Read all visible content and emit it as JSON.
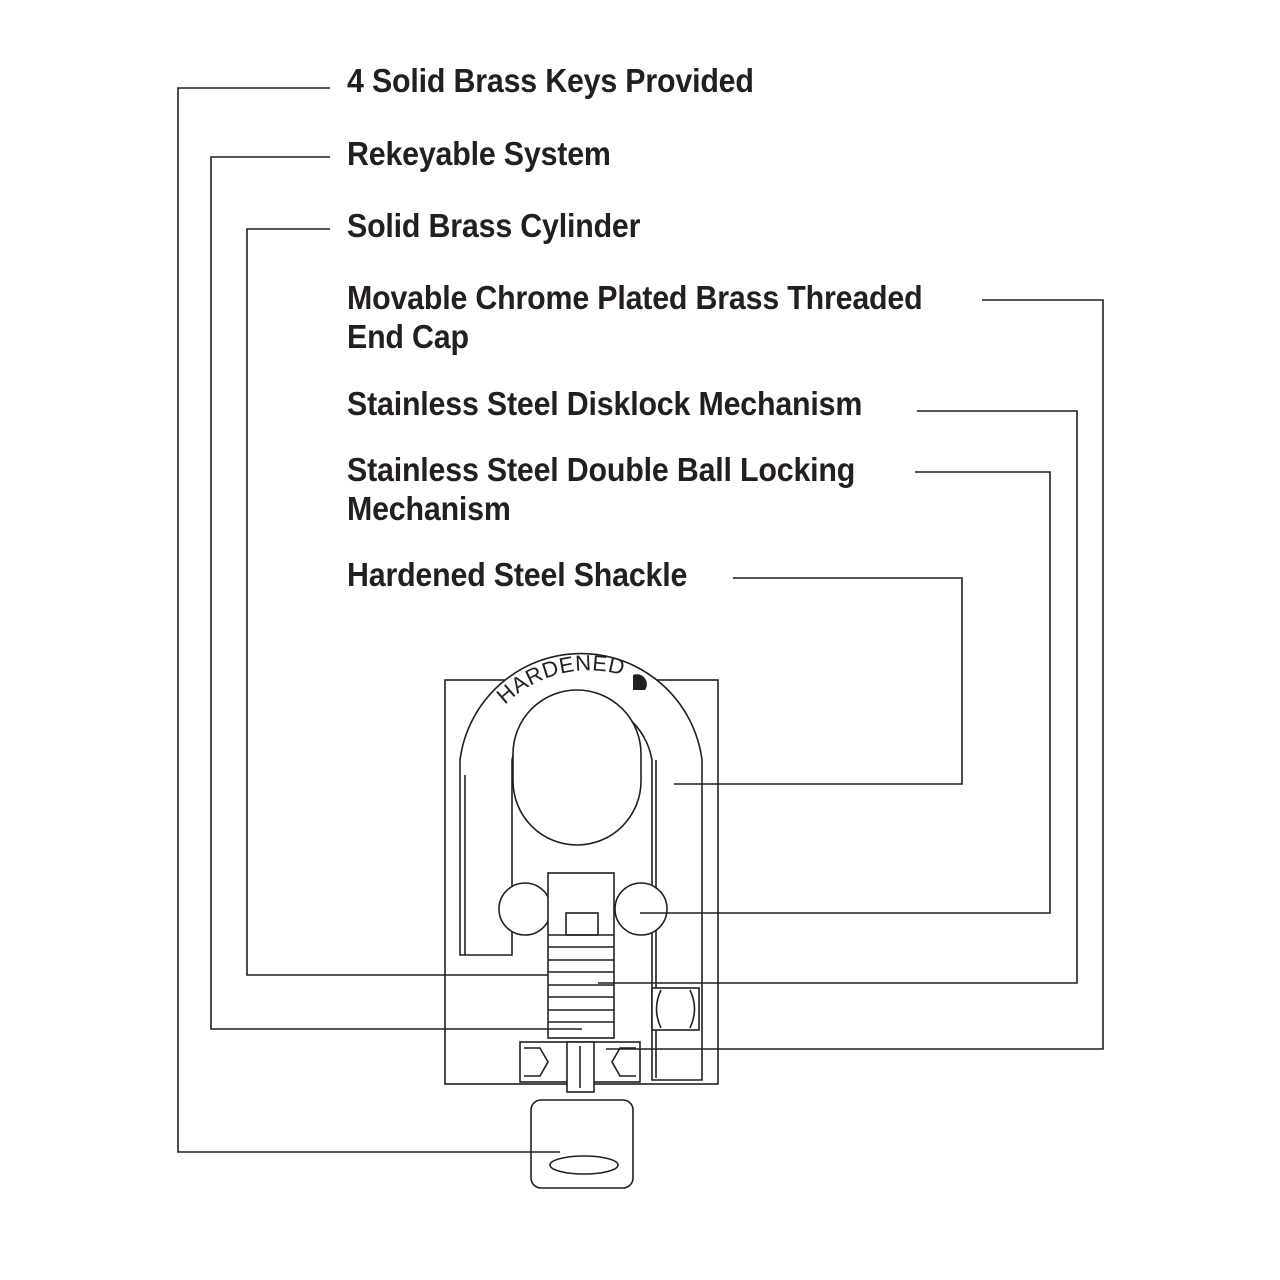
{
  "labels": {
    "keys": "4 Solid Brass Keys Provided",
    "rekey": "Rekeyable System",
    "cylinder": "Solid Brass Cylinder",
    "endcap_line1": "Movable Chrome Plated Brass Threaded",
    "endcap_line2": "End Cap",
    "disklock": "Stainless Steel Disklock Mechanism",
    "ball_line1": "Stainless Steel Double Ball Locking",
    "ball_line2": "Mechanism",
    "shackle": "Hardened Steel Shackle"
  },
  "shackle_stamp": "HARDENED",
  "colors": {
    "ink": "#231f20",
    "background": "#ffffff"
  }
}
